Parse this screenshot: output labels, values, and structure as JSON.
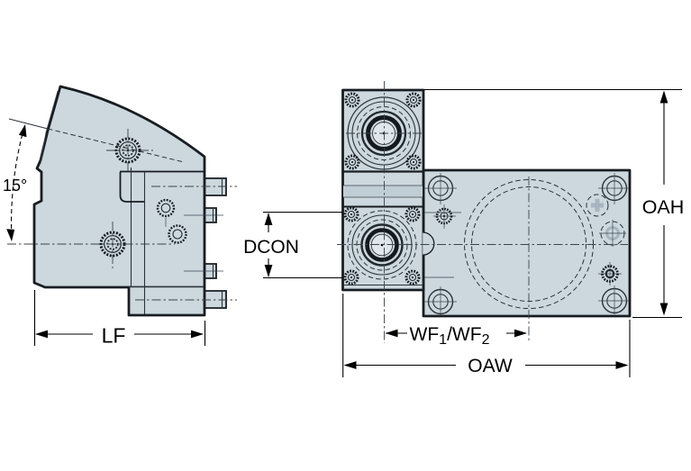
{
  "dimensions": {
    "angle": {
      "label": "15°"
    },
    "lf": {
      "label": "LF"
    },
    "dcon": {
      "label": "DCON"
    },
    "wf": {
      "part1": "WF",
      "sub1": "1",
      "separator": "/",
      "part2": "WF",
      "sub2": "2",
      "full": "WF1/WF2"
    },
    "oaw": {
      "label": "OAW"
    },
    "oah": {
      "label": "OAH"
    }
  },
  "colors": {
    "background": "#ffffff",
    "body_fill": "#ccd7de",
    "body_fill_light": "#dfe6ec",
    "body_band": "#c0cdd5",
    "outline": "#181d22",
    "detail_line": "#2b3238",
    "centerline": "#39434b",
    "dimension_line": "#000000",
    "hidden_detail_gray": "#a6b5bf"
  }
}
